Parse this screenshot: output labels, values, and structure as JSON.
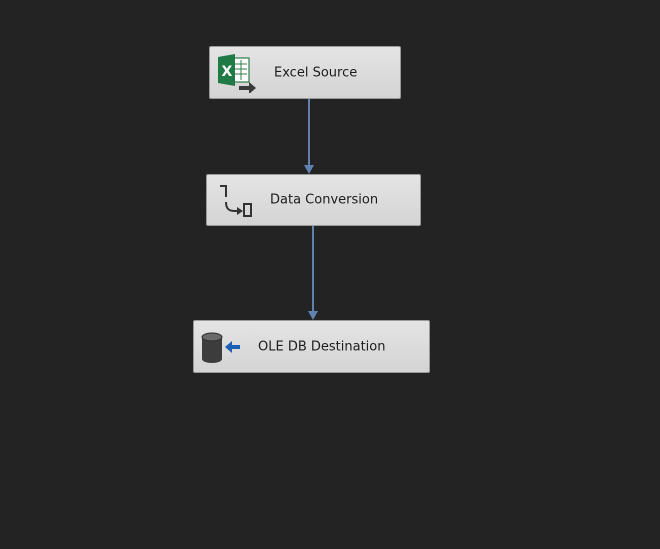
{
  "canvas": {
    "background": "#232323",
    "connector_color": "#5f82b0"
  },
  "nodes": [
    {
      "id": "excel_source",
      "label": "Excel Source",
      "icon": "excel-icon"
    },
    {
      "id": "data_conversion",
      "label": "Data Conversion",
      "icon": "data-conversion-icon"
    },
    {
      "id": "ole_db_destination",
      "label": "OLE DB Destination",
      "icon": "database-destination-icon"
    }
  ],
  "connections": [
    {
      "from": "excel_source",
      "to": "data_conversion"
    },
    {
      "from": "data_conversion",
      "to": "ole_db_destination"
    }
  ]
}
